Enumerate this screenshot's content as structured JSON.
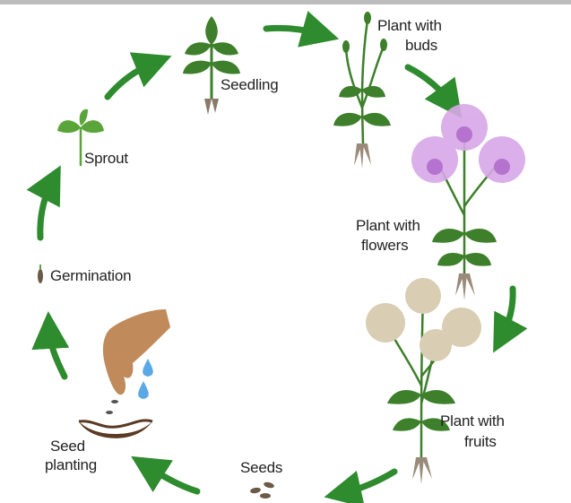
{
  "stages": {
    "seedling": "Seedling",
    "buds_line1": "Plant with",
    "buds_line2": "buds",
    "flowers_line1": "Plant with",
    "flowers_line2": "flowers",
    "fruits_line1": "Plant with",
    "fruits_line2": "fruits",
    "seeds": "Seeds",
    "planting_line1": "Seed",
    "planting_line2": "planting",
    "germination": "Germination",
    "sprout": "Sprout"
  },
  "colors": {
    "arrow": "#2e8b2e",
    "leaf": "#3d7f2a",
    "leaf_light": "#5aa53a",
    "petal": "#d8a8e8",
    "fruit": "#d9cdb3",
    "soil": "#5a3a22",
    "hand": "#c08a5a",
    "water": "#5aa8e6"
  },
  "icons": {
    "cycle_arrows": "green-cycle-arrow-icon",
    "hand": "hand-icon",
    "water": "water-drop-icon"
  }
}
